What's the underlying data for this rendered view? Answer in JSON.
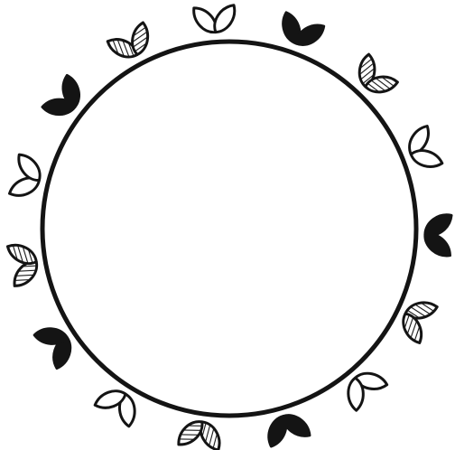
{
  "diagram": {
    "colors": {
      "ink": "#141414",
      "paper": "#ffffff"
    },
    "leaf_pairs": [
      {
        "fill": "outline"
      },
      {
        "fill": "solid"
      },
      {
        "fill": "hatched"
      },
      {
        "fill": "outline"
      },
      {
        "fill": "solid"
      },
      {
        "fill": "hatched"
      },
      {
        "fill": "outline"
      },
      {
        "fill": "solid"
      },
      {
        "fill": "hatched"
      },
      {
        "fill": "outline"
      },
      {
        "fill": "solid"
      },
      {
        "fill": "hatched"
      },
      {
        "fill": "outline"
      },
      {
        "fill": "solid"
      },
      {
        "fill": "hatched"
      }
    ]
  }
}
